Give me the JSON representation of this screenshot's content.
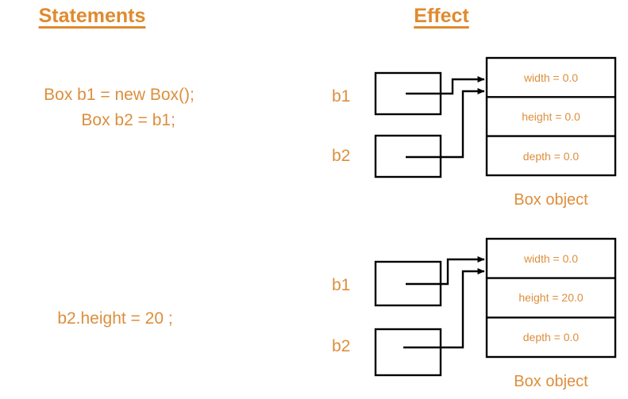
{
  "headers": {
    "left": "Statements",
    "right": "Effect"
  },
  "colors": {
    "accent": "#dd8e3c",
    "header": "#e08a2e",
    "stroke": "#000000",
    "background": "#ffffff"
  },
  "rows": [
    {
      "id": "row-1",
      "statement_lines": [
        "Box b1 = new Box();",
        "    Box b2 = b1;"
      ],
      "statement_text": "Box b1 = new Box();\n    Box b2 = b1;",
      "variables": [
        {
          "name": "b1"
        },
        {
          "name": "b2"
        }
      ],
      "object": {
        "caption": "Box object",
        "fields": [
          {
            "label": "width = 0.0"
          },
          {
            "label": "height = 0.0"
          },
          {
            "label": "depth = 0.0"
          }
        ]
      }
    },
    {
      "id": "row-2",
      "statement_lines": [
        "b2.height = 20 ;"
      ],
      "statement_text": "b2.height = 20 ;",
      "variables": [
        {
          "name": "b1"
        },
        {
          "name": "b2"
        }
      ],
      "object": {
        "caption": "Box object",
        "fields": [
          {
            "label": "width = 0.0"
          },
          {
            "label": "height = 20.0"
          },
          {
            "label": "depth = 0.0"
          }
        ]
      }
    }
  ]
}
